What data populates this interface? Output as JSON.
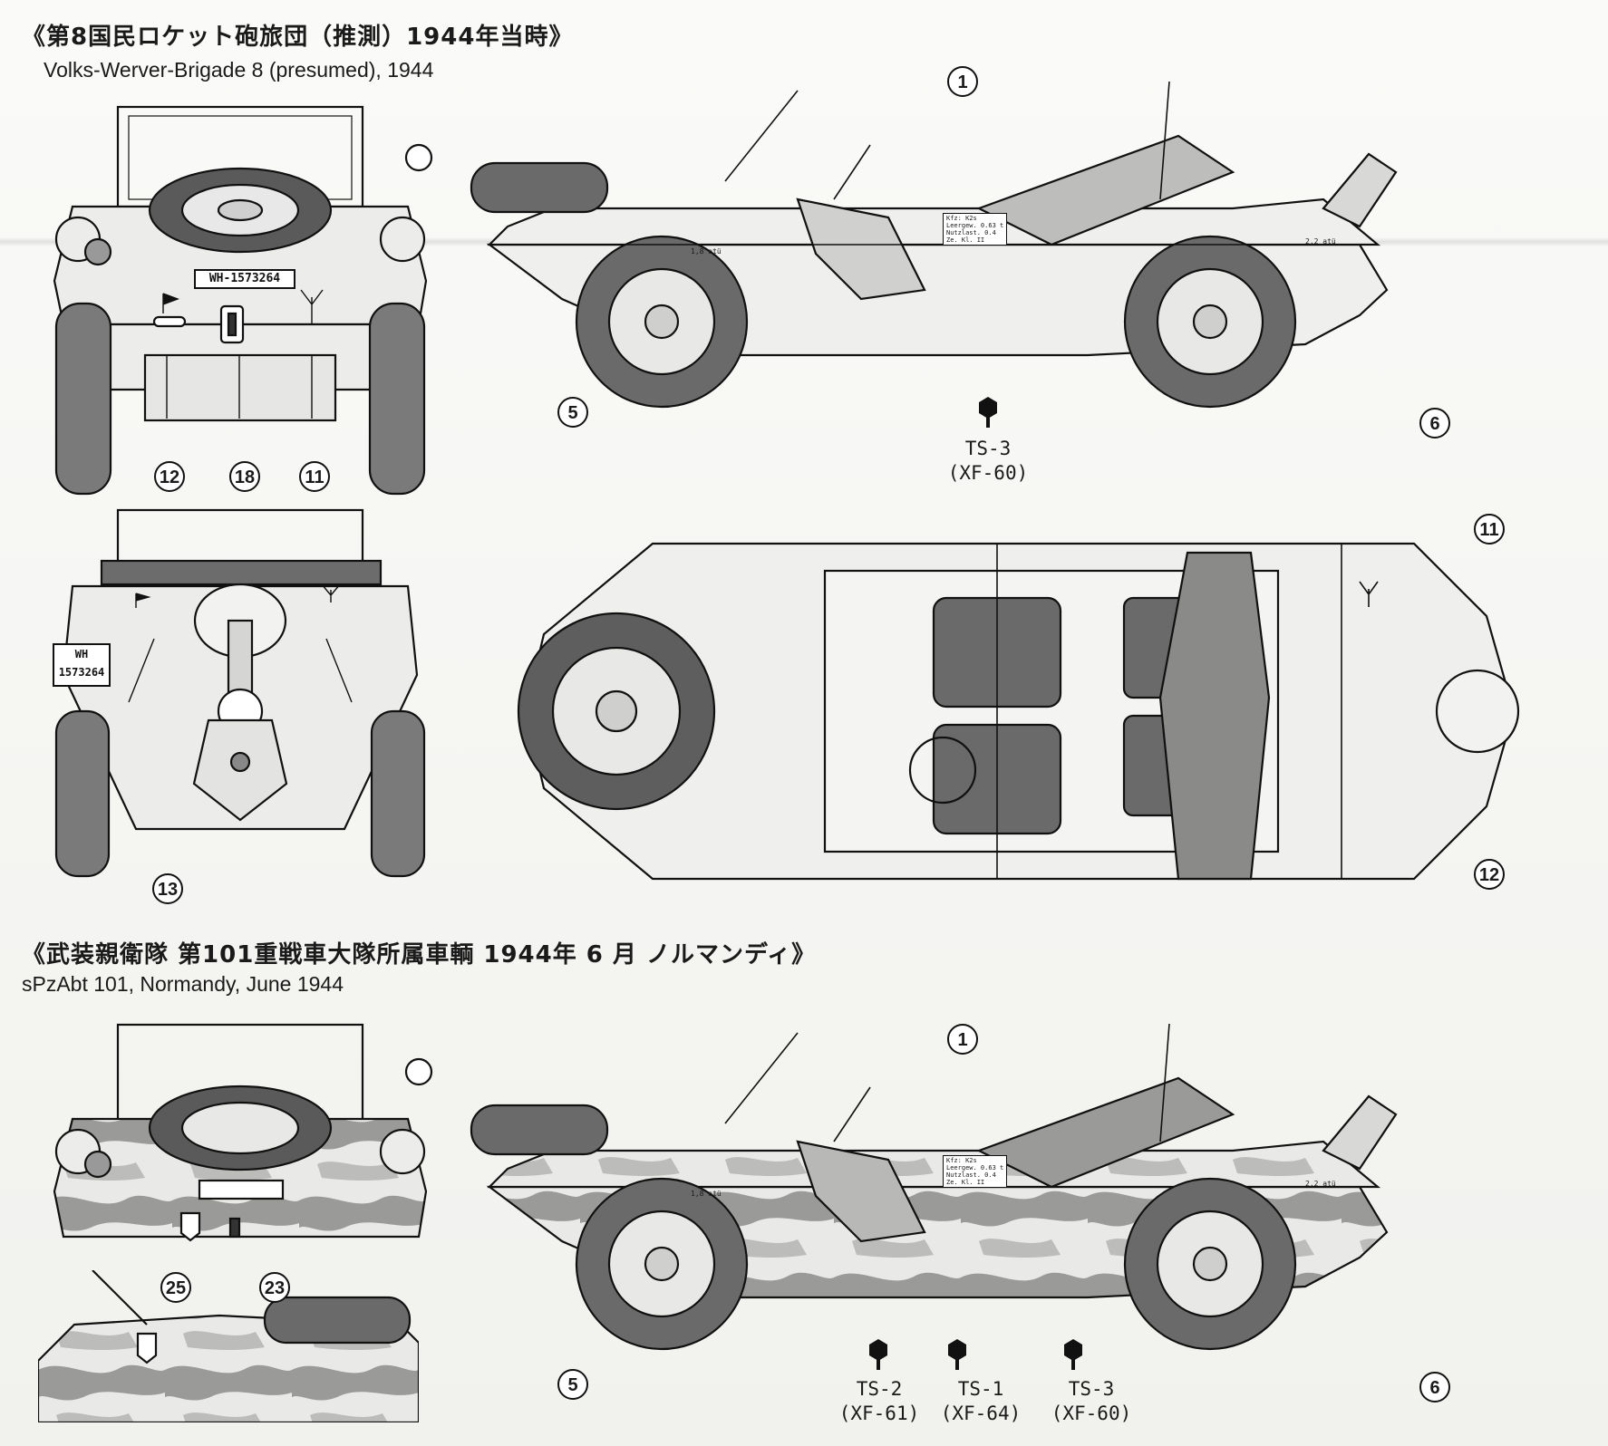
{
  "sections": [
    {
      "title_jp": "《第8国民ロケット砲旅団（推測）1944年当時》",
      "title_en": "Volks-Werver-Brigade 8 (presumed), 1944",
      "rear_plate": "WH-1573264",
      "front_plate_line1": "WH",
      "front_plate_line2": "1573264",
      "side_paint": {
        "code": "TS-3",
        "xf": "(XF-60)",
        "color": "#d9cfa8"
      }
    },
    {
      "title_jp": "《武装親衛隊 第101重戦車大隊所属車輌 1944年 6 月 ノルマンディ》",
      "title_en": "sPzAbt 101, Normandy, June 1944",
      "paints": [
        {
          "code": "TS-2",
          "xf": "(XF-61)",
          "color": "#6e7a4c"
        },
        {
          "code": "TS-1",
          "xf": "(XF-64)",
          "color": "#8a5a3c"
        },
        {
          "code": "TS-3",
          "xf": "(XF-60)",
          "color": "#d9cfa8"
        }
      ]
    }
  ],
  "callouts": {
    "c1": "1",
    "c5": "5",
    "c6": "6",
    "c11": "11",
    "c12": "12",
    "c13": "13",
    "c18": "18",
    "c23": "23",
    "c25": "25"
  },
  "stencil": {
    "line1": "Kfz: K2s",
    "line2": "Leergew. 0.63 t",
    "line3": "Nutzlast. 0.4",
    "line4": "Ze. Kl.   II"
  },
  "markings": {
    "front_load": "1,8 atü",
    "rear_load": "2,2 atü"
  }
}
